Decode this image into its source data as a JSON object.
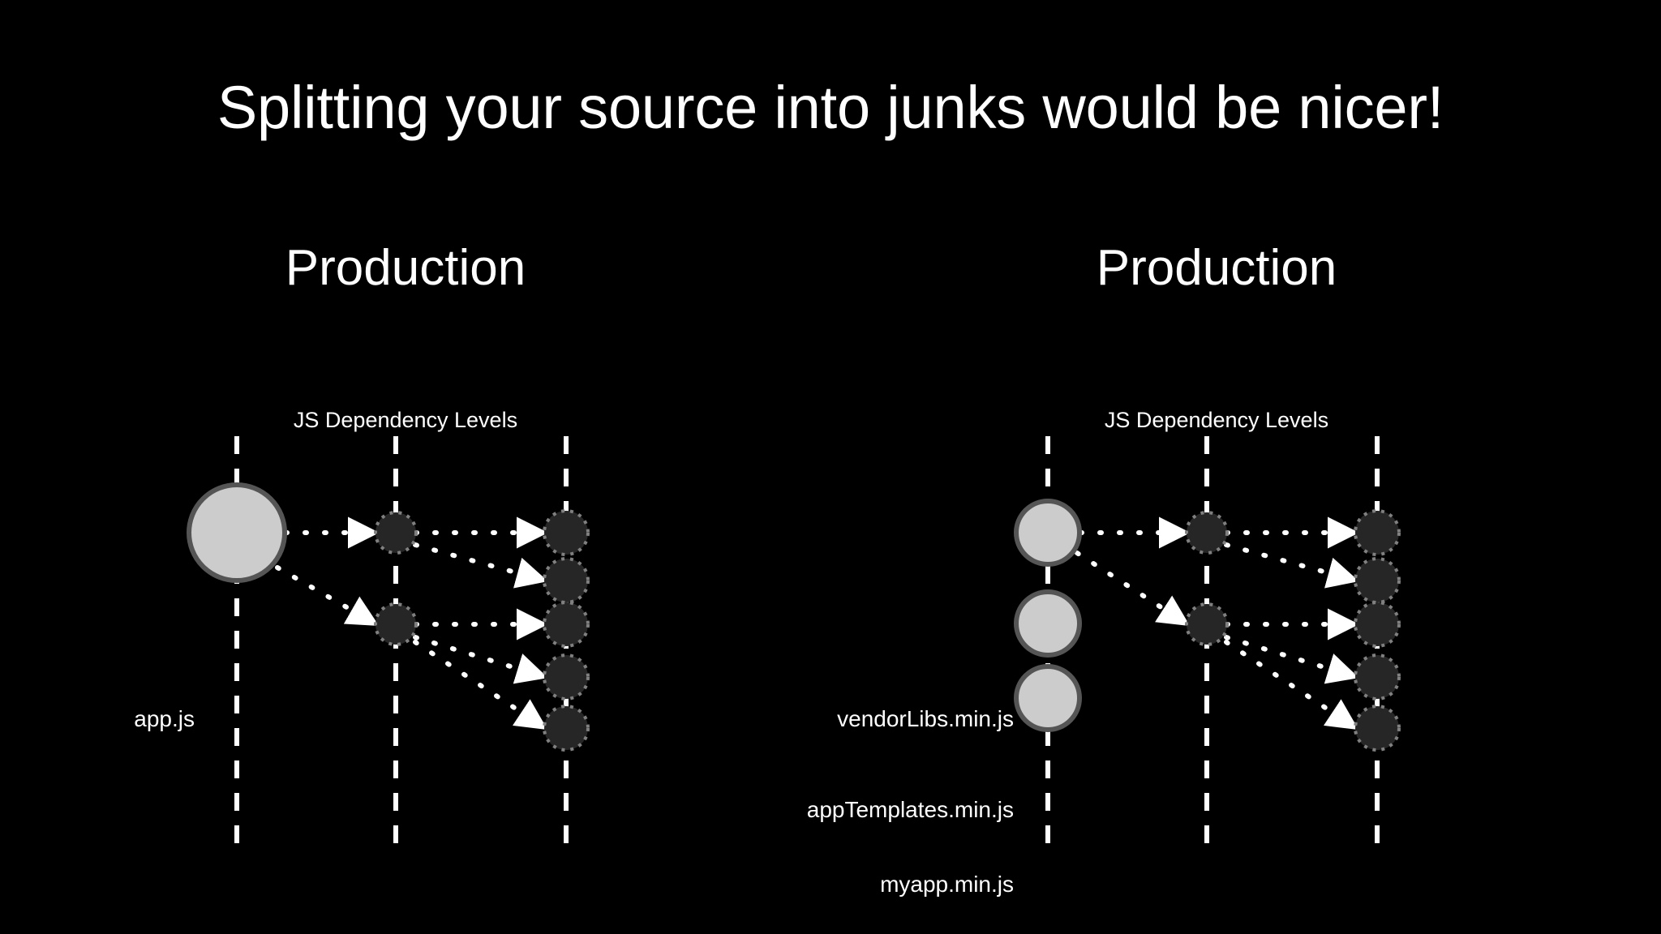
{
  "slide": {
    "background_color": "#000000",
    "title": "Splitting your source into junks would be nicer!"
  },
  "panels": [
    {
      "id": "left",
      "heading": "Production",
      "subtitle": "JS Dependency Levels",
      "source_labels": [
        "app.js"
      ],
      "source_nodes": 1,
      "level2_nodes": 2,
      "level3_nodes": 5,
      "level_lines": 3
    },
    {
      "id": "right",
      "heading": "Production",
      "subtitle": "JS Dependency Levels",
      "source_labels": [
        "vendorLibs.min.js",
        "appTemplates.min.js",
        "myapp.min.js"
      ],
      "source_nodes": 3,
      "level2_nodes": 2,
      "level3_nodes": 5,
      "level_lines": 3
    }
  ],
  "colors": {
    "background": "#000000",
    "text": "#ffffff",
    "source_node_fill": "#cccccc",
    "source_node_stroke": "#555555",
    "dep_node_fill": "#262626",
    "dep_node_stroke": "#808080",
    "level_line": "#ffffff",
    "edge": "#ffffff"
  }
}
